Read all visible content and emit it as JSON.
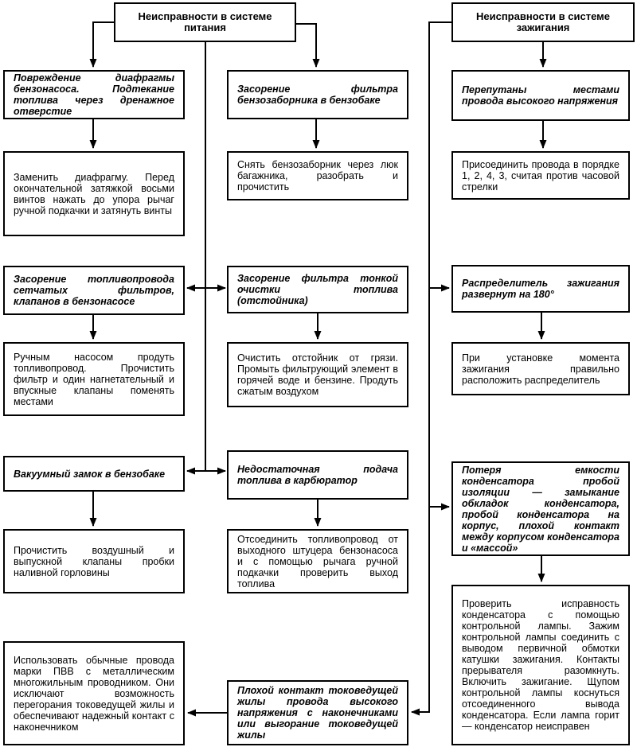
{
  "headers": {
    "fuel": "Неисправности в системе питания",
    "ignition": "Неисправности в системе зажигания"
  },
  "fuel_system": {
    "pump_diaphragm": {
      "fault": "Повреждение диафрагмы бензонасоса. Подтекание топлива через дренажное отверстие",
      "remedy": "Заменить диафрагму. Перед окончательной затяжкой восьми винтов нажать до упора рычаг ручной подкачки и затянуть винты"
    },
    "tank_intake_filter": {
      "fault": "Засорение фильтра бензозаборника в бензобаке",
      "remedy": "Снять бензозаборник через люк багажника, разобрать и прочистить"
    },
    "fuel_line_clog": {
      "fault": "Засорение топливопровода сетчатых фильтров, клапанов в бензонасосе",
      "remedy": "Ручным насосом продуть топливопровод. Прочистить фильтр и один нагнетательный и впускные клапаны поменять местами"
    },
    "fine_filter_clog": {
      "fault": "Засорение фильтра тонкой очистки топлива (отстойника)",
      "remedy": "Очистить отстойник от грязи. Промыть фильтрующий элемент в горячей воде и бензине. Продуть сжатым воздухом"
    },
    "vacuum_lock": {
      "fault": "Вакуумный замок в бензобаке",
      "remedy": "Прочистить воздушный и выпускной клапаны пробки наливной горловины"
    },
    "insufficient_fuel_supply": {
      "fault": "Недостаточная подача топлива в карбюратор",
      "remedy": "Отсоединить топливопровод от выходного штуцера бензонасоса и с помощью рычага ручной подкачки проверить выход топлива"
    }
  },
  "ignition_system": {
    "swapped_hv_wires": {
      "fault": "Перепутаны местами провода высокого напряжения",
      "remedy": "Присоединить провода в порядке 1, 2, 4, 3, считая против часовой стрелки"
    },
    "distributor_rotated": {
      "fault": "Распределитель зажигания развернут на 180°",
      "remedy": "При установке момента зажигания правильно расположить распределитель"
    },
    "capacitor_failure": {
      "fault": "Потеря емкости конденсатора пробой изоляции — замыкание обкладок конденсатора, пробой конденсатора на корпус, плохой контакт между корпусом конденсатора и «массой»",
      "remedy": "Проверить исправность конденсатора с помощью контрольной лампы. Зажим контрольной лампы соединить с выводом первичной обмотки катушки зажигания. Контакты прерывателя разомкнуть. Включить зажигание. Щупом контрольной лампы коснуться отсоединенного вывода конденсатора. Если лампа горит — конденсатор неисправен"
    },
    "hv_wire_contact": {
      "fault": "Плохой контакт токоведущей жилы провода высокого напряжения с наконечниками или выгорание токоведущей жилы",
      "remedy": "Использовать обычные провода марки ПВВ с металлическим многожильным проводником. Они исключают возможность перегорания токоведущей жилы и обеспечивают надежный контакт с наконечником"
    }
  },
  "colors": {
    "line": "#000000",
    "box_border": "#000000",
    "background": "#ffffff",
    "text": "#000000"
  }
}
